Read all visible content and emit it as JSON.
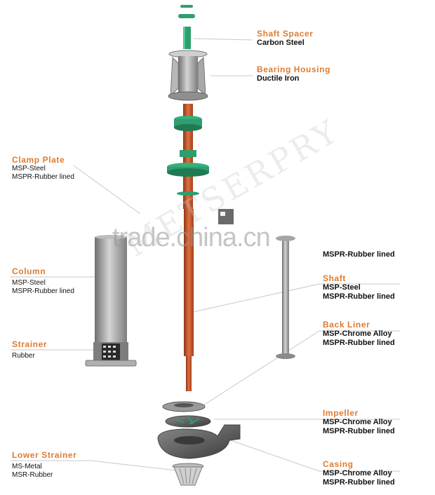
{
  "components": [
    {
      "id": "shaft-spacer",
      "title": "Shaft Spacer",
      "materials": [
        "Carbon Steel"
      ]
    },
    {
      "id": "bearing-housing",
      "title": "Bearing Housing",
      "materials": [
        "Ductile Iron"
      ]
    },
    {
      "id": "clamp-plate",
      "title": "Clamp Plate",
      "materials": [
        "MSP-Steel",
        "MSPR-Rubber lined"
      ]
    },
    {
      "id": "column",
      "title": "Column",
      "materials": [
        "MSP-Steel",
        "MSPR-Rubber lined"
      ]
    },
    {
      "id": "strainer",
      "title": "Strainer",
      "materials": [
        "Rubber"
      ]
    },
    {
      "id": "lower-strainer",
      "title": "Lower Strainer",
      "materials": [
        "MS-Metal",
        "MSR-Rubber"
      ]
    },
    {
      "id": "discharge-pipe",
      "title": "",
      "materials": [
        "MSPR-Rubber lined"
      ]
    },
    {
      "id": "shaft",
      "title": "Shaft",
      "materials": [
        "MSP-Steel",
        "MSPR-Rubber lined"
      ]
    },
    {
      "id": "back-liner",
      "title": "Back Liner",
      "materials": [
        "MSP-Chrome Alloy",
        "MSPR-Rubber lined"
      ]
    },
    {
      "id": "impeller",
      "title": "Impeller",
      "materials": [
        "MSP-Chrome Alloy",
        "MSPR-Rubber lined"
      ]
    },
    {
      "id": "casing",
      "title": "Casing",
      "materials": [
        "MSP-Chrome Alloy",
        "MSPR-Rubber lined"
      ]
    }
  ],
  "watermarks": {
    "trade": "trade.china.cn",
    "brand": "METSERPRY"
  },
  "colors": {
    "title": "#e07a2e",
    "shaft": "#c8562a",
    "green": "#2e9e6e",
    "grey": "#9a9a9a"
  }
}
